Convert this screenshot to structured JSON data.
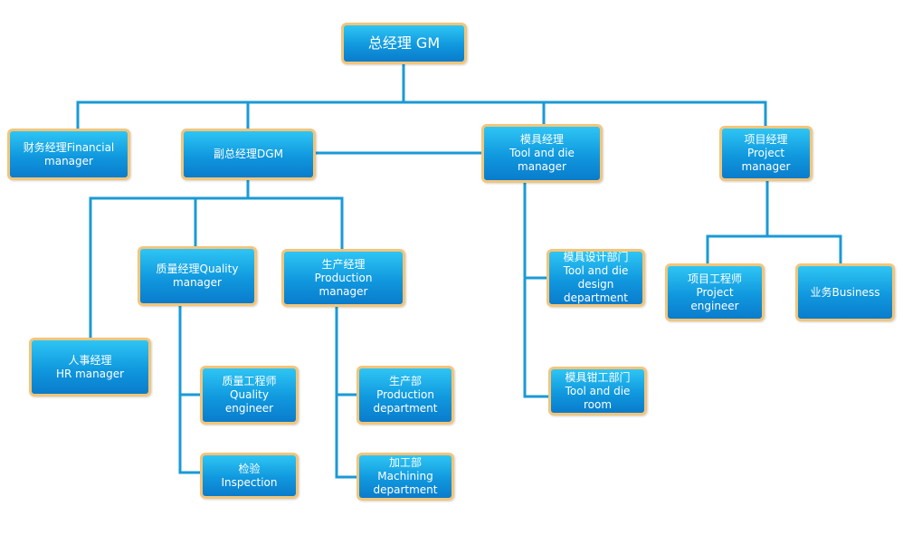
{
  "nodes": {
    "gm": [
      "总经理  GM"
    ],
    "financial": [
      "财务经理Financial",
      "manager"
    ],
    "dgm": [
      "副总经理DGM"
    ],
    "tool_die_mgr": [
      "模具经理",
      "Tool and die",
      "manager"
    ],
    "project_mgr": [
      "项目经理",
      "Project",
      "manager"
    ],
    "quality_mgr": [
      "质量经理Quality",
      "manager"
    ],
    "production_mgr": [
      "生产经理",
      "Production",
      "manager"
    ],
    "hr_mgr": [
      "人事经理",
      "HR manager"
    ],
    "quality_eng": [
      "质量工程师",
      "Quality",
      "engineer"
    ],
    "inspection": [
      "检验",
      "Inspection"
    ],
    "production_dept": [
      "生产部",
      "Production",
      "department"
    ],
    "machining_dept": [
      "加工部",
      "Machining",
      "department"
    ],
    "tool_design_dept": [
      "模具设计部门",
      "Tool and die",
      "design",
      "department"
    ],
    "tool_fitter_room": [
      "模具钳工部门",
      "Tool and die",
      "room"
    ],
    "project_eng": [
      "项目工程师",
      "Project",
      "engineer"
    ],
    "business": [
      "业务Business"
    ]
  },
  "colors": {
    "connector": "#1a9ad6",
    "box_border": "#f3c57a",
    "box_fill_top": "#2ec5f4",
    "box_fill_bottom": "#0a7ccc",
    "box_text": "#ffffff"
  }
}
